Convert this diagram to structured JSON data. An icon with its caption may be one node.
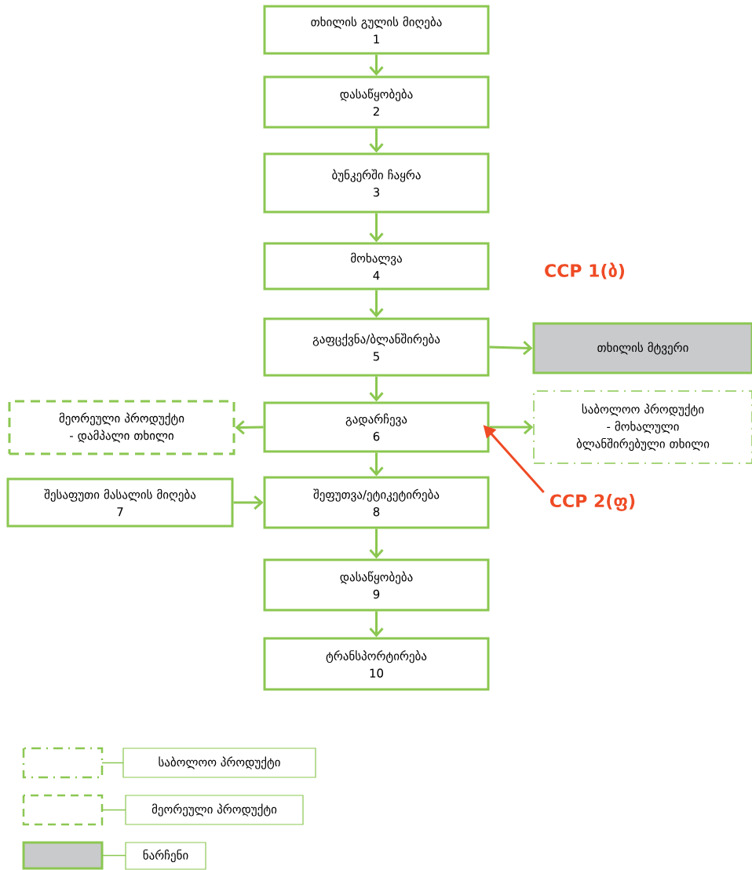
{
  "diagram": {
    "nodes": [
      {
        "text": [
          "თხილის გულის მიღება",
          "1"
        ]
      },
      {
        "text": [
          "დასაწყობება",
          "2"
        ]
      },
      {
        "text": [
          "ბუნკერში ჩაყრა",
          "3"
        ]
      },
      {
        "text": [
          "მოხალვა",
          "4"
        ]
      },
      {
        "text": [
          "გაფცქვნა/ბლანშირება",
          "5"
        ]
      },
      {
        "text": [
          "თხილის მტვერი"
        ]
      },
      {
        "text": [
          "მეორეული პროდუქტი - დამპალი თხილი"
        ]
      },
      {
        "text": [
          "გადარჩევა",
          "6"
        ]
      },
      {
        "text": [
          "საბოლოო პროდუქტი - მოხალული ბლანშირებული თხილი"
        ]
      },
      {
        "text": [
          "შესაფუთი მასალის მიღება",
          "7"
        ]
      },
      {
        "text": [
          "შეფუთვა/ეტიკეტირება",
          "8"
        ]
      },
      {
        "text": [
          "დასაწყობება",
          "9"
        ]
      },
      {
        "text": [
          "ტრანსპორტირება",
          "10"
        ]
      },
      {
        "text": [
          "CCP 2(ფ)"
        ]
      }
    ],
    "edges": [
      {
        "from": 0,
        "to": 1,
        "arrow": "to"
      },
      {
        "from": 1,
        "to": 2,
        "arrow": "to"
      },
      {
        "from": 2,
        "to": 3,
        "arrow": "to"
      },
      {
        "from": 3,
        "to": 4,
        "arrow": "to"
      },
      {
        "from": 4,
        "to": 5,
        "arrow": "to"
      },
      {
        "from": 4,
        "to": 7,
        "arrow": "to"
      },
      {
        "from": 7,
        "to": 6,
        "arrow": "to"
      },
      {
        "from": 7,
        "to": 8,
        "arrow": "to"
      },
      {
        "from": 7,
        "to": 10,
        "arrow": "to"
      },
      {
        "from": 9,
        "to": 10,
        "arrow": "to"
      },
      {
        "from": 10,
        "to": 11,
        "arrow": "to"
      },
      {
        "from": 11,
        "to": 12,
        "arrow": "to"
      },
      {
        "from": 13,
        "to": 7,
        "arrow": "to",
        "color": "#ef4b25"
      }
    ],
    "labels": [
      "CCP 1(ბ)"
    ],
    "legend": [
      {
        "text": "საბოლოო პროდუქტი"
      },
      {
        "text": "მეორეული პროდუქტი"
      },
      {
        "text": "ნარჩენი",
        "color": "#c9cacc"
      }
    ]
  }
}
